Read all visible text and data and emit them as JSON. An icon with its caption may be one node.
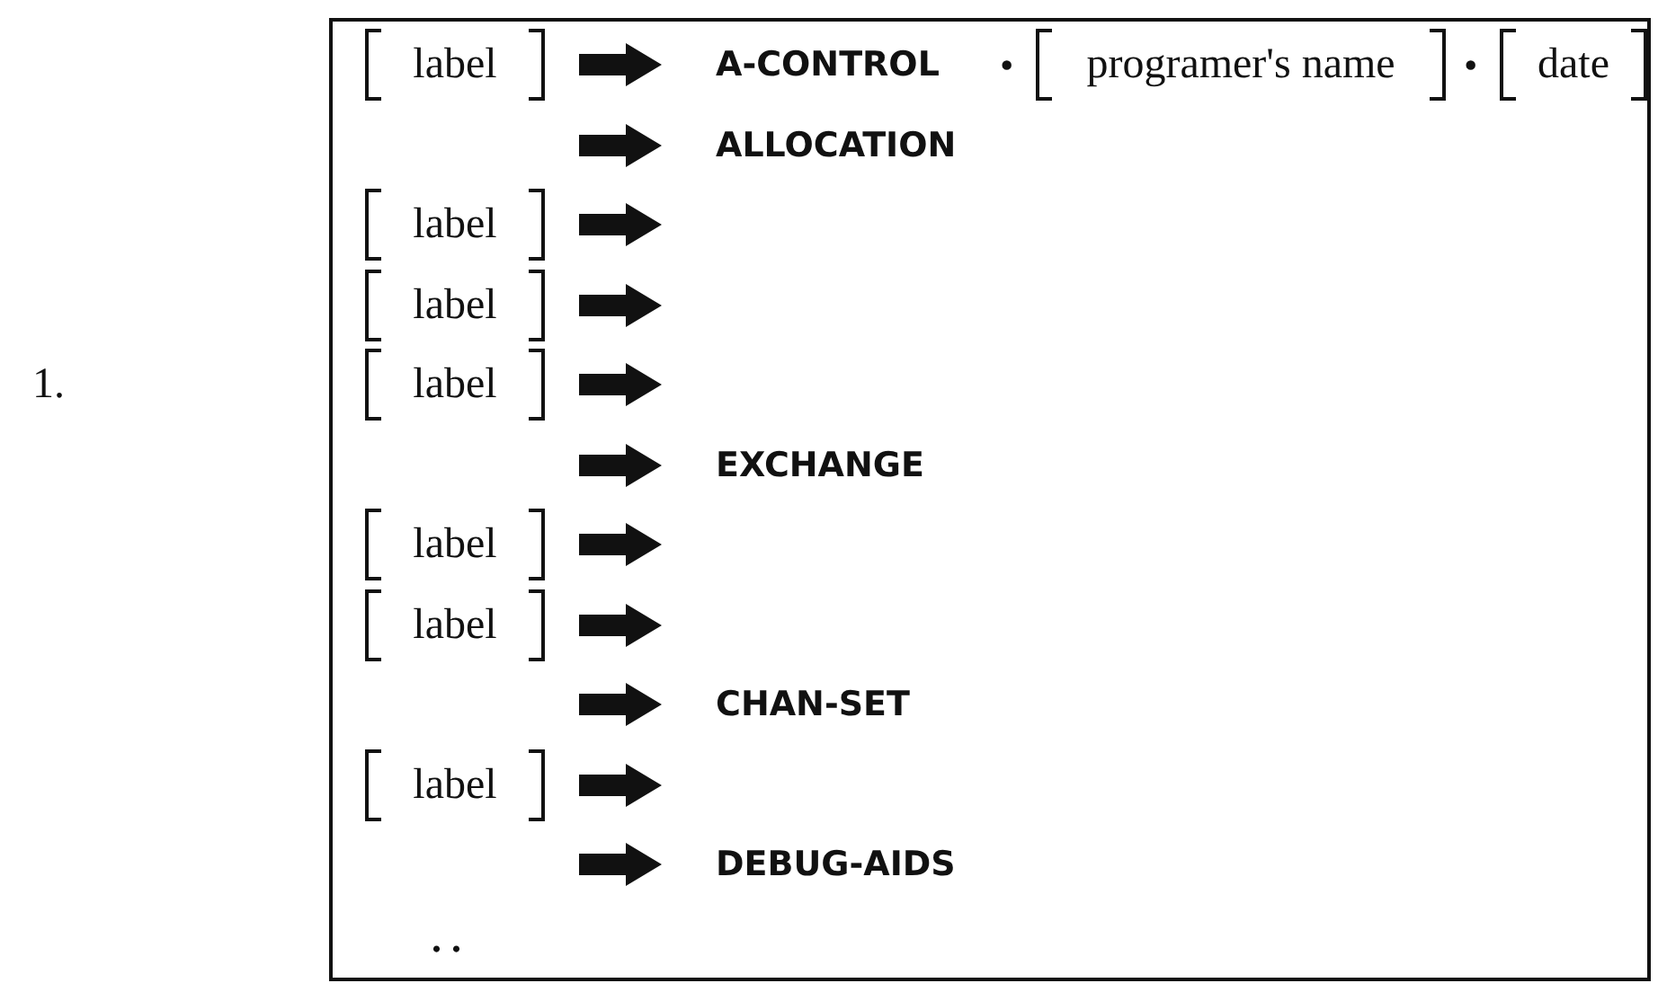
{
  "diagram": {
    "labels": [
      "1.",
      "label",
      "A-CONTROL",
      "•",
      "programer's name",
      "•",
      "date",
      "ALLOCATION",
      "label",
      "label",
      "label",
      "EXCHANGE",
      "label",
      "label",
      "CHAN-SET",
      "label",
      "DEBUG-AIDS",
      ". ."
    ]
  }
}
